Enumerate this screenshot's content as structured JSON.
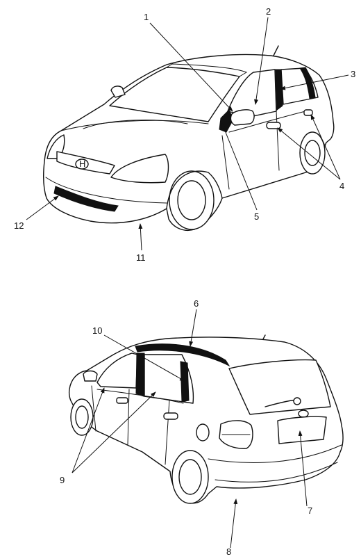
{
  "callouts": {
    "c1": "1",
    "c2": "2",
    "c3": "3",
    "c4": "4",
    "c5": "5",
    "c6": "6",
    "c7": "7",
    "c8": "8",
    "c9": "9",
    "c10": "10",
    "c11": "11",
    "c12": "12"
  },
  "logo": "H"
}
